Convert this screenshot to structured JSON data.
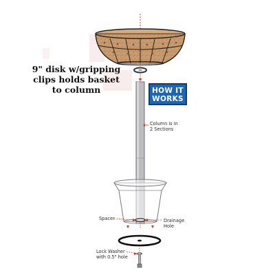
{
  "disk_caption": {
    "line1": "9\" disk w/gripping",
    "line2": "clips holds basket",
    "line3": "to column"
  },
  "badge": {
    "line1": "HOW IT",
    "line2": "WORKS",
    "bg_color": "#1e66b3"
  },
  "labels": {
    "column_line1": "Column is in",
    "column_line2": "2 Sections",
    "spacer": "Spacer",
    "drainage_line1": "Drainage",
    "drainage_line2": "Hole",
    "lock_line1": "Lock Washer",
    "lock_line2": "with 0.5\" hole"
  },
  "colors": {
    "basket_liner": "#c89a6e",
    "column": "#b9b9bd",
    "arrow": "#d23a2a",
    "watermark": "#f2dada"
  }
}
